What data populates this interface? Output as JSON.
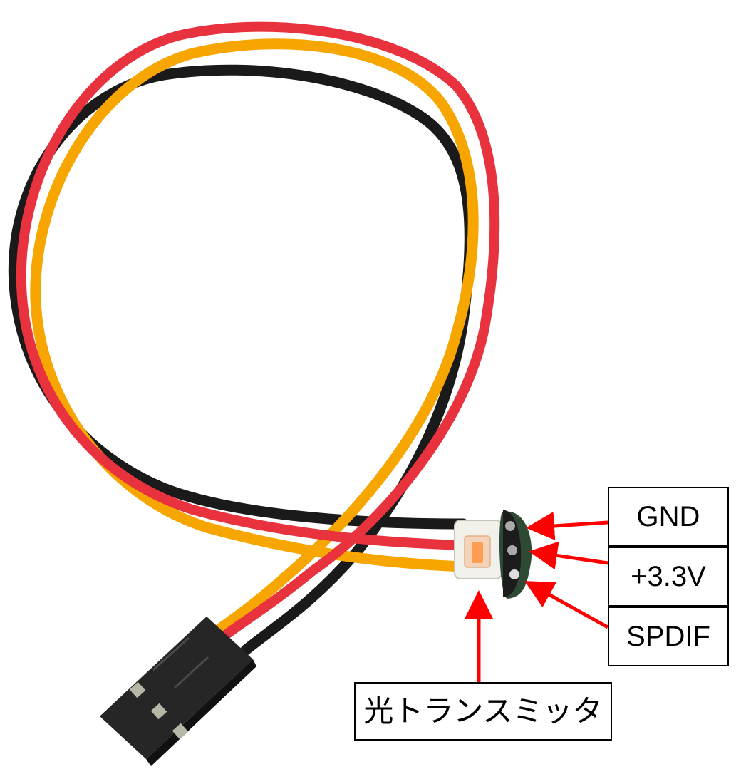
{
  "labels": {
    "gnd": "GND",
    "vcc": "+3.3V",
    "spdif": "SPDIF",
    "transmitter": "光トランスミッタ"
  },
  "colors": {
    "wire_red": "#e8333f",
    "wire_yellow": "#f7a600",
    "wire_black": "#1a1a1a",
    "arrow": "#ff0000",
    "connector": "#262626"
  }
}
